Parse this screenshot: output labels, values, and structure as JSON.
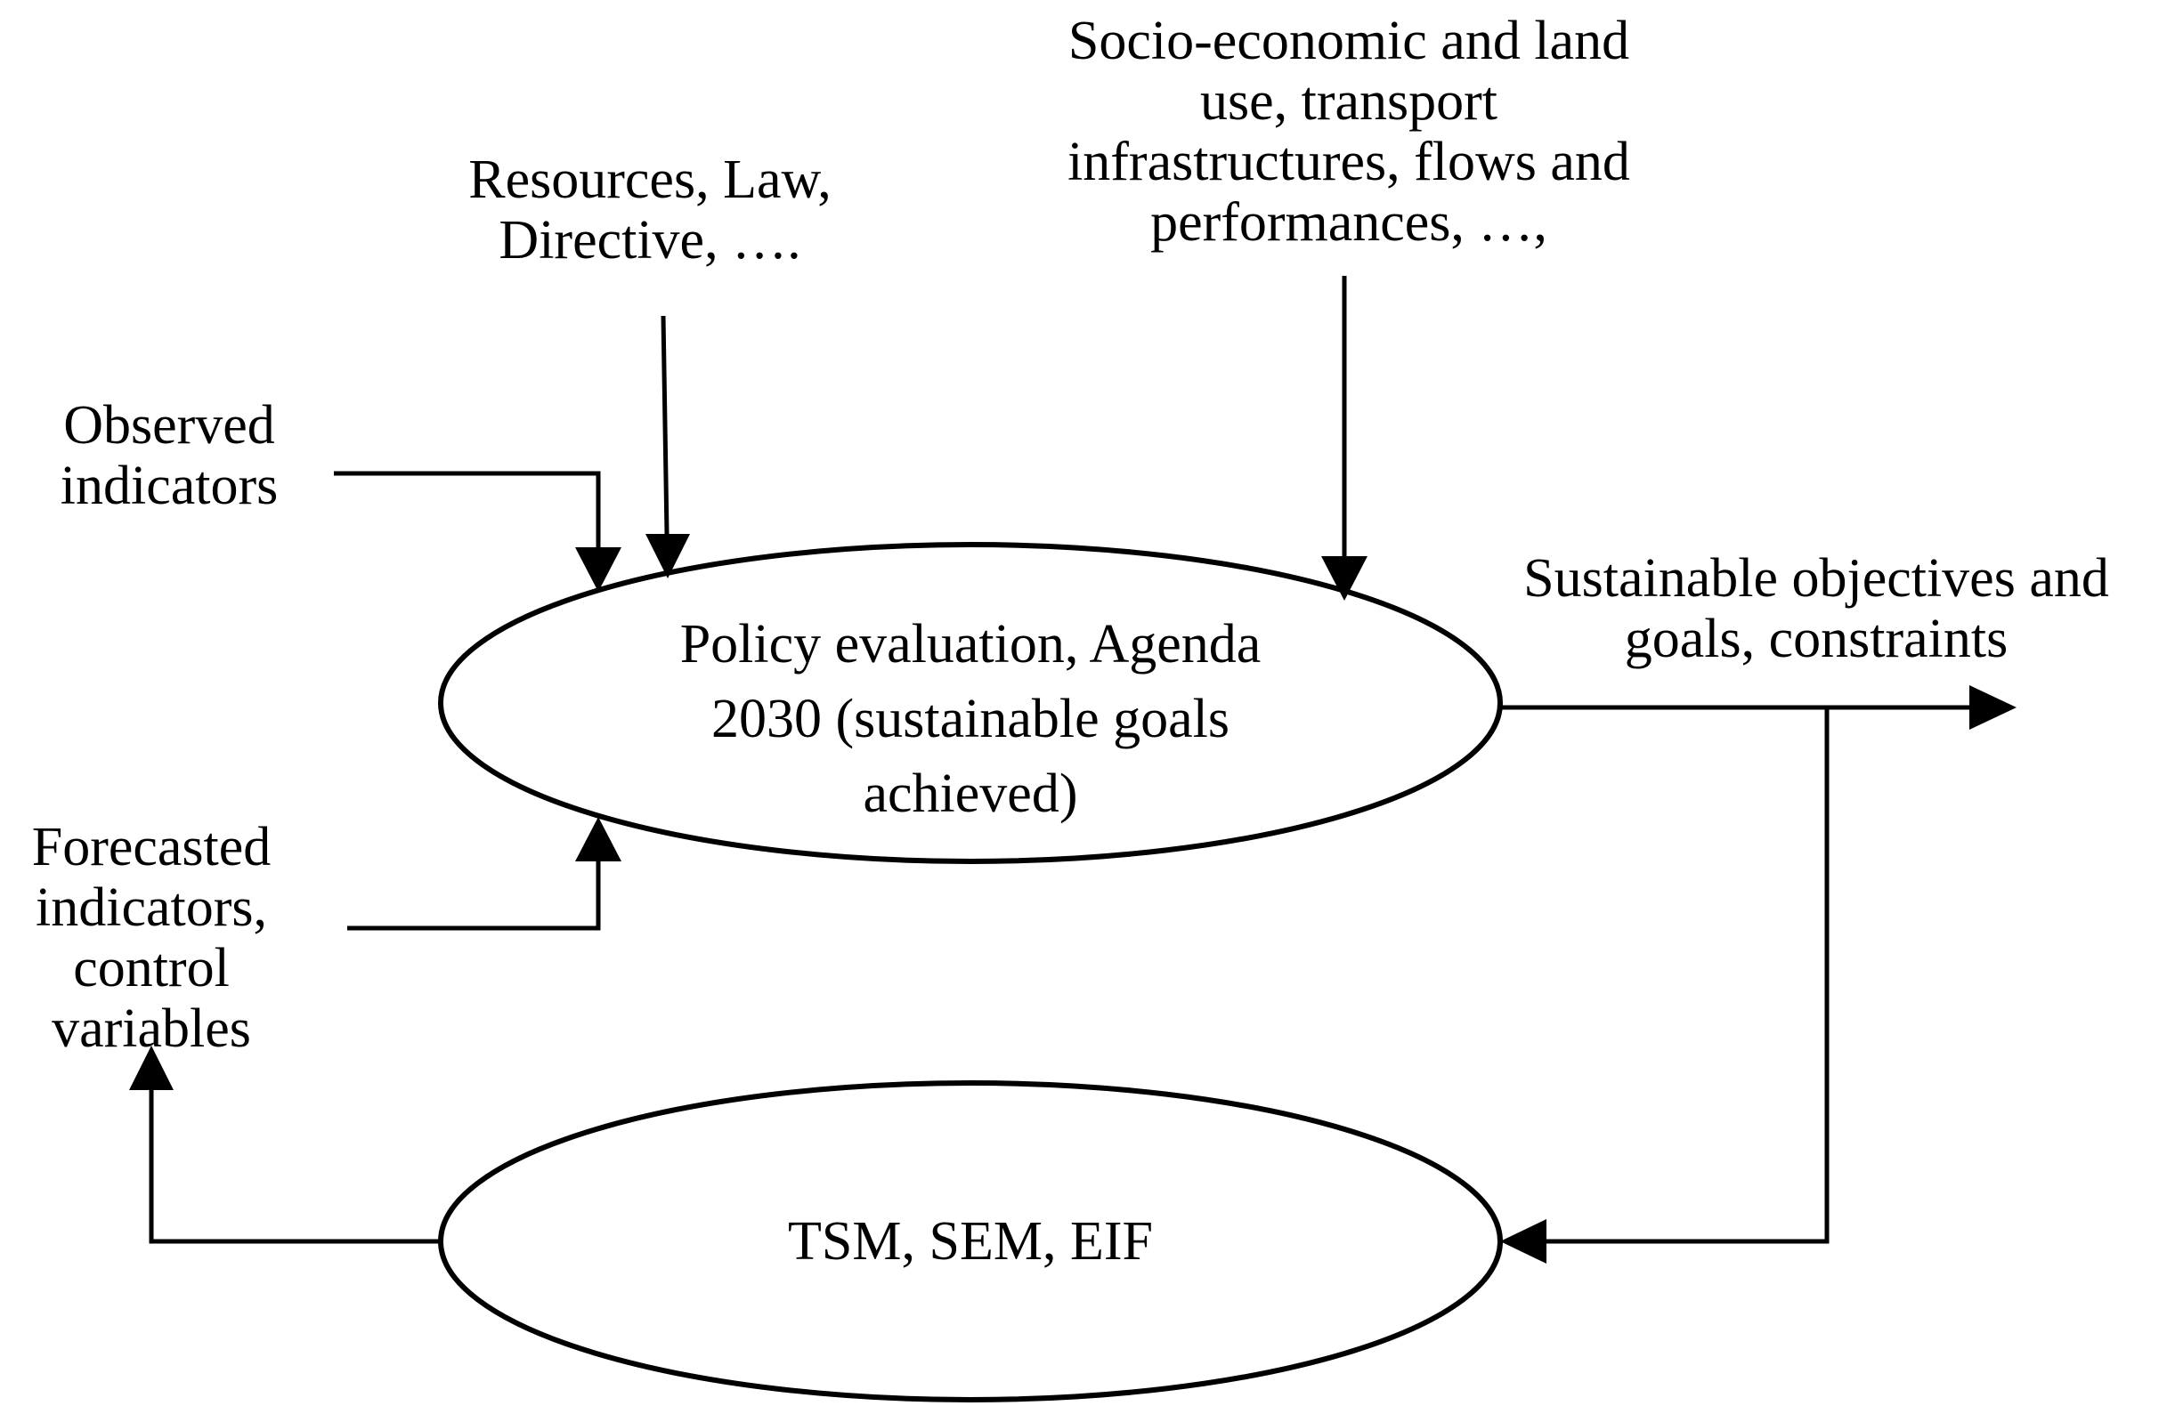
{
  "diagram": {
    "labels": {
      "socio_economic": [
        "Socio-economic and land",
        "use, transport",
        "infrastructures, flows and",
        "performances, …,"
      ],
      "resources": [
        "Resources, Law,",
        "Directive, …."
      ],
      "observed": [
        "Observed",
        "indicators"
      ],
      "forecasted": [
        "Forecasted",
        "indicators,",
        "control",
        "variables"
      ],
      "sustainable": [
        "Sustainable objectives and",
        "goals, constraints"
      ]
    },
    "nodes": {
      "policy": [
        "Policy evaluation, Agenda",
        "2030 (sustainable goals",
        "achieved)"
      ],
      "models": [
        "TSM, SEM, EIF"
      ]
    },
    "colors": {
      "stroke": "#000000",
      "background": "#ffffff"
    }
  }
}
